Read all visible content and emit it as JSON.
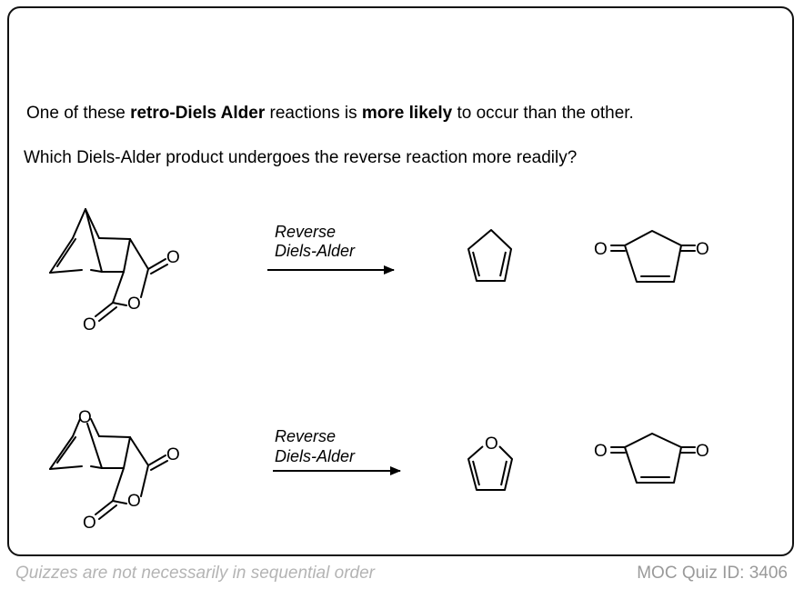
{
  "question": {
    "line1_prefix": "One of these ",
    "line1_bold1": "retro-Diels Alder",
    "line1_mid": " reactions is ",
    "line1_bold2": "more likely",
    "line1_suffix": " to occur than the other.",
    "line2": "Which Diels-Alder product undergoes the reverse reaction more readily?"
  },
  "reactions": [
    {
      "arrow_label_1": "Reverse",
      "arrow_label_2": "Diels-Alder",
      "bridge_atom": "",
      "diene_atom": ""
    },
    {
      "arrow_label_1": "Reverse",
      "arrow_label_2": "Diels-Alder",
      "bridge_atom": "O",
      "diene_atom": "O"
    }
  ],
  "atoms": {
    "oxygen": "O"
  },
  "footer": {
    "left": "Quizzes are not necessarily in sequential order",
    "right": "MOC Quiz ID: 3406"
  }
}
